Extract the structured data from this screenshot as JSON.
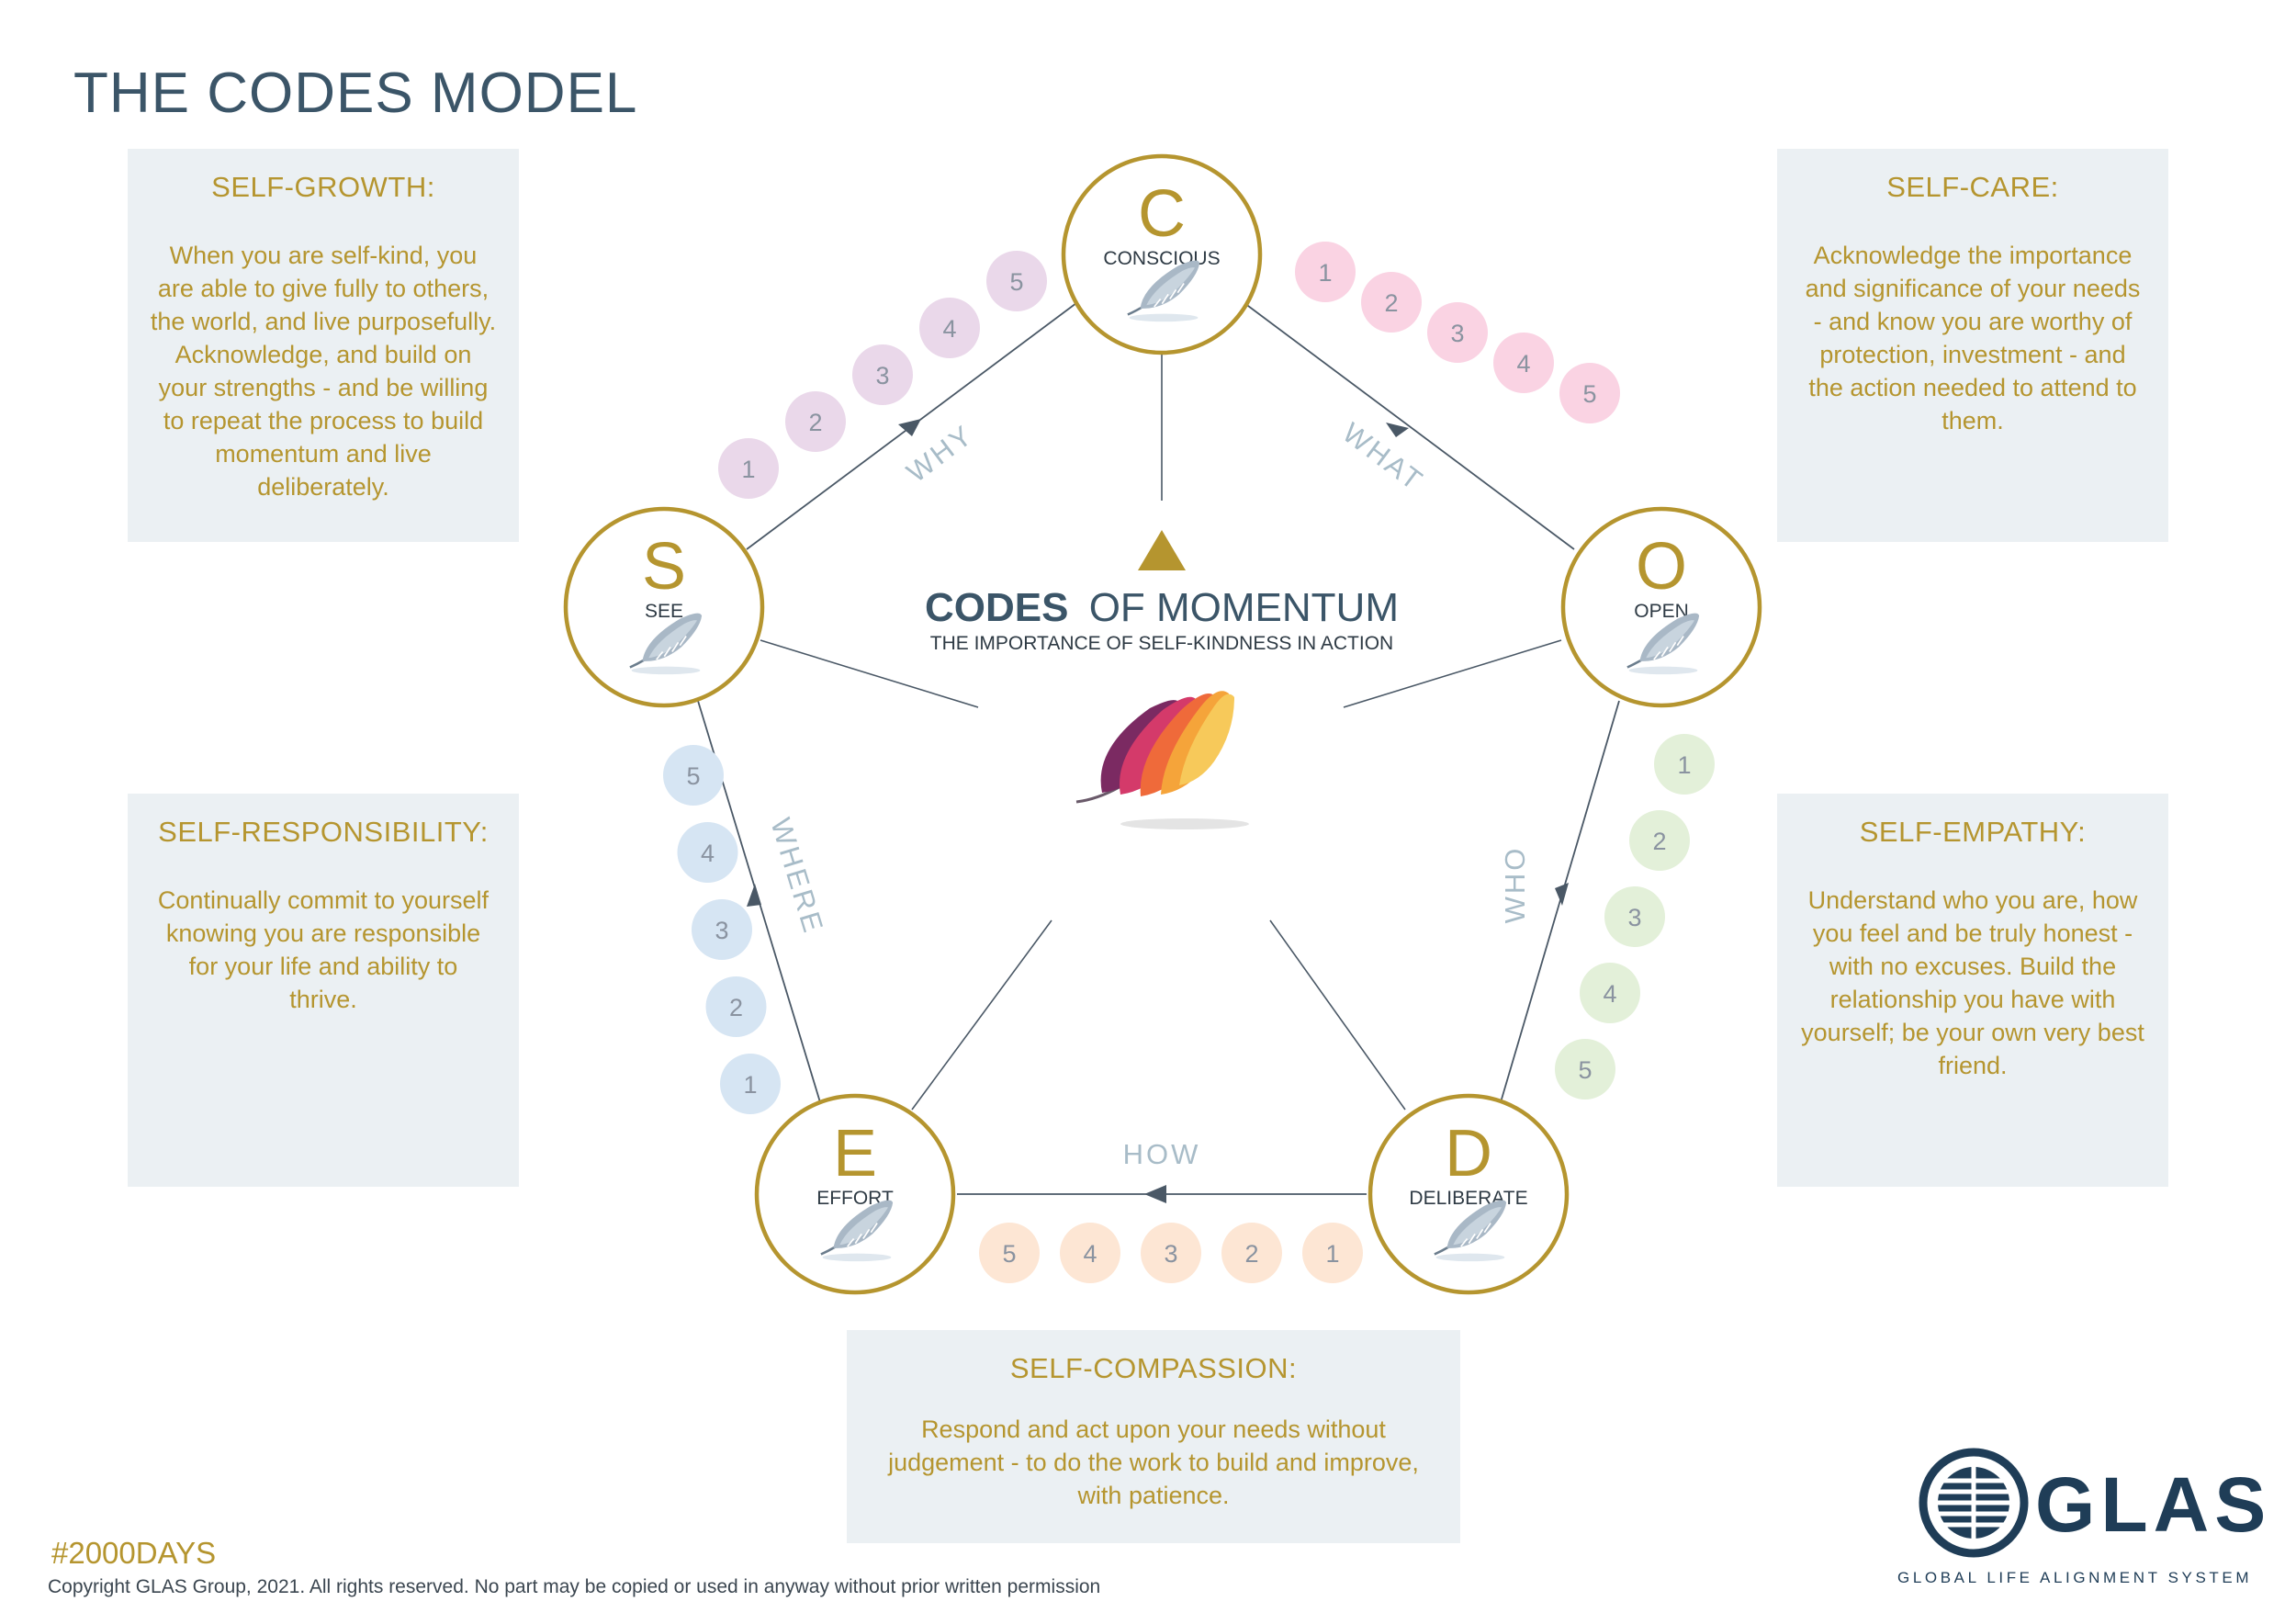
{
  "title": "THE CODES MODEL",
  "center": {
    "title_bold": "CODES",
    "title_rest": "OF MOMENTUM",
    "subtitle": "THE IMPORTANCE OF SELF-KINDNESS IN ACTION"
  },
  "nodes": {
    "c": {
      "letter": "C",
      "label": "CONSCIOUS"
    },
    "o": {
      "letter": "O",
      "label": "OPEN"
    },
    "d": {
      "letter": "D",
      "label": "DELIBERATE"
    },
    "e": {
      "letter": "E",
      "label": "EFFORT"
    },
    "s": {
      "letter": "S",
      "label": "SEE"
    }
  },
  "edges": {
    "why": "WHY",
    "what": "WHAT",
    "who": "WHO",
    "how": "HOW",
    "where": "WHERE"
  },
  "scale_numbers": [
    "1",
    "2",
    "3",
    "4",
    "5"
  ],
  "scale_colors": {
    "why": "#ead8ea",
    "what": "#fad3e3",
    "who": "#e3f0d9",
    "how": "#fde6d4",
    "where": "#d6e5f3"
  },
  "panels": {
    "growth": {
      "heading": "SELF-GROWTH:",
      "body": "When you are self-kind, you are able to give fully to others, the world, and live purposefully. Acknowledge, and build on your strengths - and be willing to repeat the process to build momentum and live deliberately."
    },
    "care": {
      "heading": "SELF-CARE:",
      "body": "Acknowledge the importance and significance of your needs - and know you are worthy of protection, investment - and the action needed to attend to them."
    },
    "responsibility": {
      "heading": "SELF-RESPONSIBILITY:",
      "body": "Continually commit to yourself knowing you are responsible for your life and ability to thrive."
    },
    "empathy": {
      "heading": "SELF-EMPATHY:",
      "body": "Understand who you are, how you feel and be truly honest - with no excuses. Build the relationship you have with yourself; be your own very best friend."
    },
    "compassion": {
      "heading": "SELF-COMPASSION:",
      "body": "Respond and act upon your needs without judgement - to do the work to build and improve, with patience."
    }
  },
  "footer": {
    "hashtag": "#2000DAYS",
    "copyright": "Copyright GLAS Group, 2021. All rights reserved. No part may be copied or used in anyway without prior written permission"
  },
  "logo": {
    "name": "GLAS",
    "tagline": "GLOBAL LIFE ALIGNMENT SYSTEM"
  },
  "colors": {
    "gold": "#b5952f",
    "navy": "#3b5568",
    "edge_label": "#a8bcc8",
    "panel_bg": "#ebf0f3",
    "line": "#4a5866"
  },
  "icons": {
    "node": "feather-icon",
    "center": "colorful-feather-icon",
    "apex": "triangle-icon",
    "logo": "glas-globe-icon"
  }
}
